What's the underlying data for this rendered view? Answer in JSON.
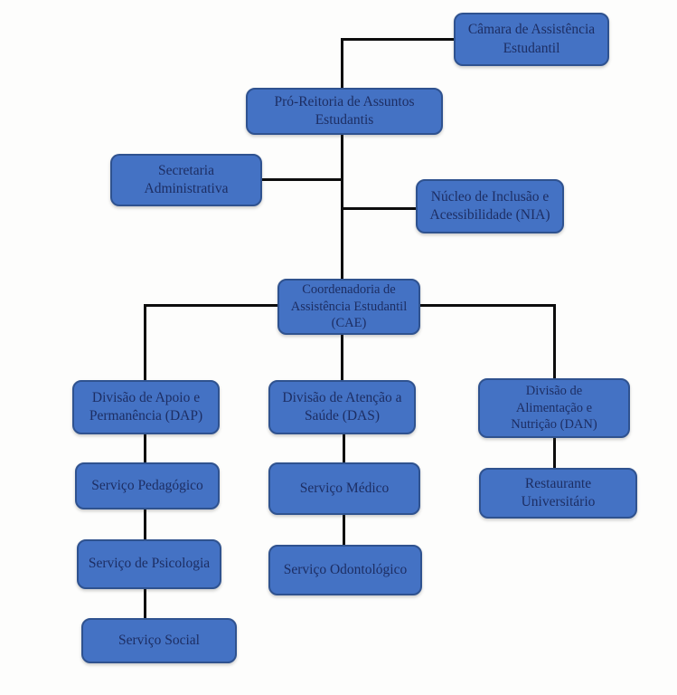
{
  "diagram": {
    "type": "org-chart",
    "language": "pt-BR",
    "nodes": {
      "camara": {
        "label": [
          "Câmara de Assistência",
          "Estudantil"
        ]
      },
      "pro_reitoria": {
        "label": [
          "Pró-Reitoria de Assuntos",
          "Estudantis"
        ]
      },
      "secretaria": {
        "label": [
          "Secretaria",
          "Administrativa"
        ]
      },
      "nucleo": {
        "label": [
          "Núcleo de Inclusão e",
          "Acessibilidade (NIA)"
        ]
      },
      "cae": {
        "label": [
          "Coordenadoria de",
          "Assistência Estudantil",
          "(CAE)"
        ]
      },
      "dap": {
        "label": [
          "Divisão de Apoio e",
          "Permanência (DAP)"
        ]
      },
      "das": {
        "label": [
          "Divisão de Atenção a",
          "Saúde (DAS)"
        ]
      },
      "dan": {
        "label": [
          "Divisão de",
          "Alimentação e",
          "Nutrição (DAN)"
        ]
      },
      "pedagogico": {
        "label": "Serviço Pedagógico"
      },
      "psicologia": {
        "label": "Serviço de Psicologia"
      },
      "social": {
        "label": "Serviço Social"
      },
      "medico": {
        "label": "Serviço Médico"
      },
      "odontologico": {
        "label": "Serviço Odontológico"
      },
      "restaurante": {
        "label": [
          "Restaurante",
          "Universitário"
        ]
      }
    },
    "edges": [
      {
        "from": "camara",
        "to": "pro_reitoria"
      },
      {
        "from": "pro_reitoria",
        "to": "secretaria"
      },
      {
        "from": "pro_reitoria",
        "to": "nucleo"
      },
      {
        "from": "pro_reitoria",
        "to": "cae"
      },
      {
        "from": "cae",
        "to": "dap"
      },
      {
        "from": "cae",
        "to": "das"
      },
      {
        "from": "cae",
        "to": "dan"
      },
      {
        "from": "dap",
        "to": "pedagogico"
      },
      {
        "from": "pedagogico",
        "to": "psicologia"
      },
      {
        "from": "psicologia",
        "to": "social"
      },
      {
        "from": "das",
        "to": "medico"
      },
      {
        "from": "medico",
        "to": "odontologico"
      },
      {
        "from": "dan",
        "to": "restaurante"
      }
    ],
    "colors": {
      "node_fill": "#4472C4",
      "node_border": "#2F528F",
      "node_text": "#1D2E63",
      "connector": "#0D0D0D",
      "background": "#FDFDFC"
    }
  }
}
